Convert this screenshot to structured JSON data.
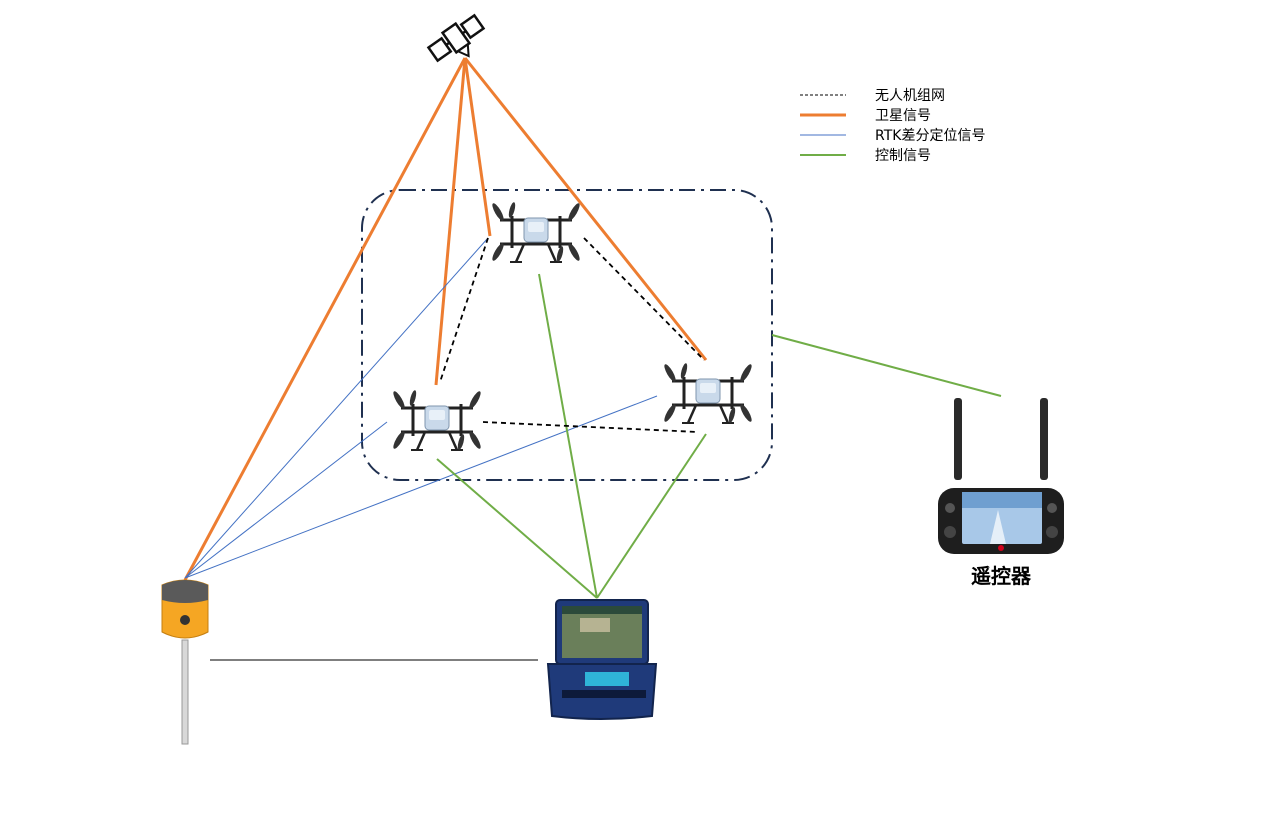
{
  "legend": {
    "items": [
      {
        "label": "无人机组网",
        "color": "#000000",
        "style": "dashed"
      },
      {
        "label": "卫星信号",
        "color": "#ED7D31",
        "style": "thick"
      },
      {
        "label": "RTK差分定位信号",
        "color": "#4472C4",
        "style": "thin"
      },
      {
        "label": "控制信号",
        "color": "#70AD47",
        "style": "solid"
      }
    ]
  },
  "devices": {
    "remote_controller_label": "遥控器"
  },
  "colors": {
    "satellite_signal": "#ED7D31",
    "rtk_signal": "#4472C4",
    "control_signal": "#70AD47",
    "mesh": "#000000",
    "group_border": "#1F3050",
    "rtk_station_body": "#F5A623",
    "ground_station_body": "#1F3A7A"
  },
  "icons": {
    "satellite": "satellite-icon",
    "drone": "drone-icon",
    "rtk_base_station": "gnss-receiver-icon",
    "ground_station": "rugged-laptop-icon",
    "remote_controller": "handheld-controller-icon"
  }
}
